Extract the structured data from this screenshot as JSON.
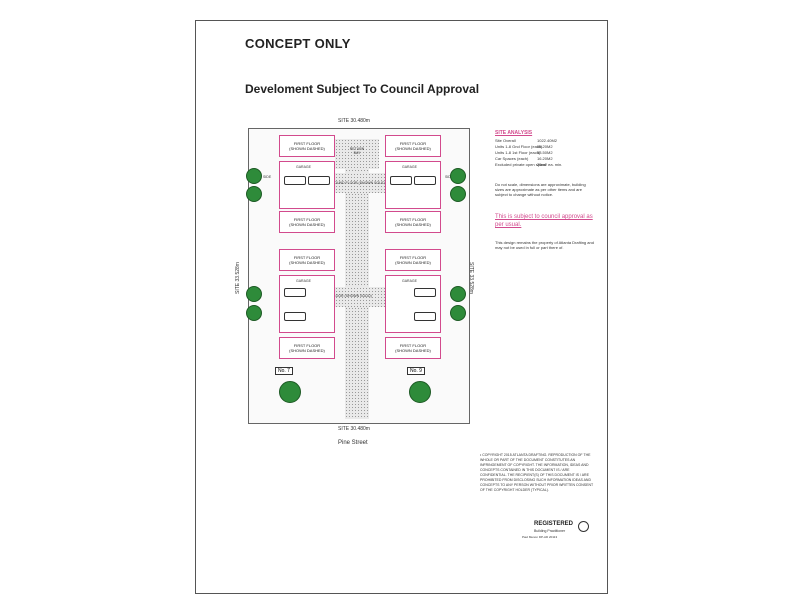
{
  "header": {
    "title": "CONCEPT ONLY",
    "subtitle": "Develoment Subject To Council Approval"
  },
  "plan": {
    "site_top": "SITE 30.480m",
    "site_bottom": "SITE 30.480m",
    "site_left": "SITE 33.528m",
    "site_right": "SITE 33.528m",
    "street": "Pine Street",
    "return_bay": "RETURN BAY",
    "ground_floor_top": "GROUND FLOOR (SHOWN SOLID)",
    "ground_floor_mid": "GROUND FLOOR (SHOWN SOLID)",
    "first_floor": "FIRST FLOOR",
    "shown_dashed": "(SHOWN DASHED)",
    "garage": "GARAGE",
    "side": "SIDE",
    "no7": "No. 7",
    "no9": "No. 9"
  },
  "analysis": {
    "title": "SITE ANALYSIS",
    "rows": [
      {
        "label": "Site Overall",
        "value": "1022.40M2"
      },
      {
        "label": "Units 1-8 Gnd Floor (each)",
        "value": "55.20M2"
      },
      {
        "label": "Units 1-8 1st Floor (each)",
        "value": "53.50M2"
      },
      {
        "label": "Car Spaces (each)",
        "value": "16.20M2"
      },
      {
        "label": "Excluded private open space",
        "value": "25m2 ea. min."
      }
    ],
    "note1": "Do not scale, dimensions are approximate, building sizes are approximate as per other items and are subject to change without notice.",
    "approval": "This is subject to council approval as per usual.",
    "note2": "This design remains the property of Atlanta Drafting and may not be used in full or part there of."
  },
  "copyright": "• COPYRIGHT 2015 ATLANTA DRAFTING. REPRODUCTION OF THE WHOLE OR PART OF THE DOCUMENT CONSTITUTES AN INFRINGEMENT OF COPYRIGHT. THE INFORMATION, IDEAS AND CONCEPTS CONTAINED IN THIS DOCUMENT IS / ARE CONFIDENTIAL. THE RECIPIENT(S) OF THIS DOCUMENT IS / ARE PROHIBITED FROM DISCLOSING SUCH INFORMATION IDEAS AND CONCEPTS TO ANY PERSON WITHOUT PRIOR WRITTEN CONSENT OF THE COPYRIGHT HOLDER (TYPICAL).",
  "registered": {
    "title": "REGISTERED",
    "sub": "Building Practitioner",
    "sub2": "Paul Menon DP-AD 20113"
  },
  "colors": {
    "accent": "#d24a8d",
    "tree": "#2e8b3a"
  }
}
